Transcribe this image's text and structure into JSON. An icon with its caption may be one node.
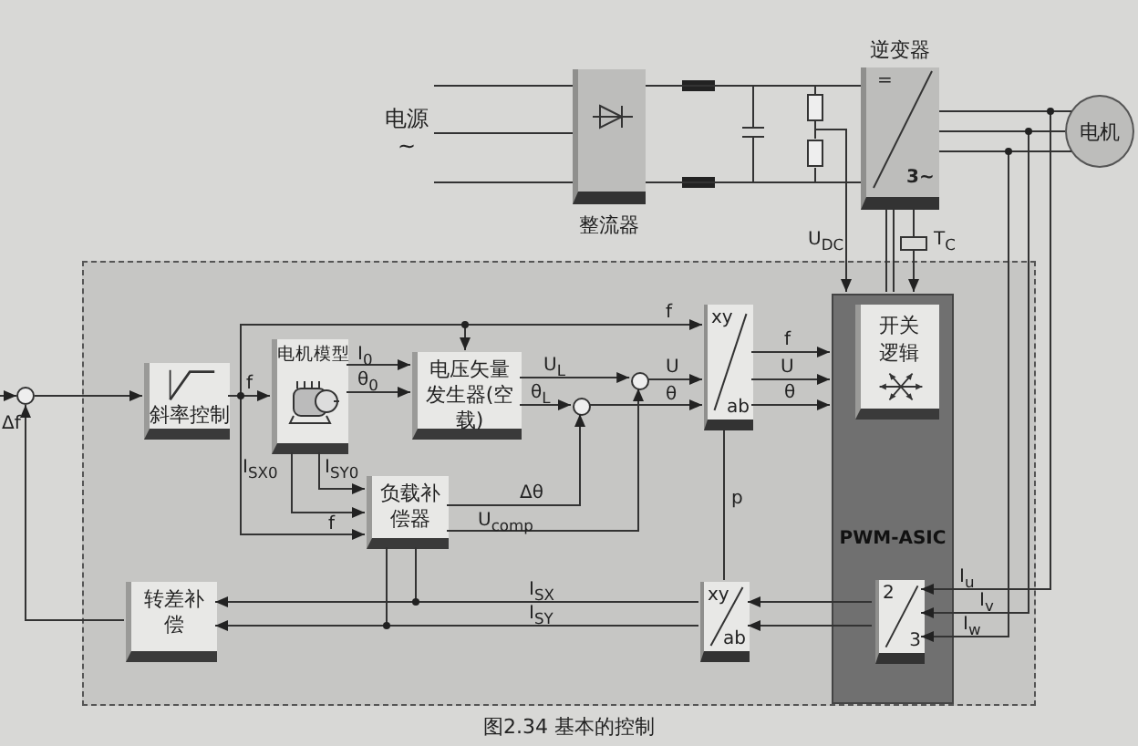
{
  "diagram": {
    "caption": "图2.34 基本的控制",
    "nodes": [
      {
        "text": [],
        "shape": "box"
      },
      {
        "text": [
          "电源 ~"
        ]
      },
      {
        "text": [
          "整流器"
        ]
      },
      {
        "text": [
          "逆变器",
          "=",
          "3~"
        ]
      },
      {
        "text": [
          "电机"
        ]
      },
      {
        "text": [],
        "shape": "circle"
      },
      {
        "text": [
          "斜率控制"
        ],
        "in": 0
      },
      {
        "text": [
          "电机模型"
        ],
        "in": 0
      },
      {
        "text": [
          "电压矢量发生器(空载)"
        ],
        "in": 0
      },
      {
        "text": [],
        "shape": "circle",
        "in": 0
      },
      {
        "text": [],
        "shape": "circle",
        "in": 0
      },
      {
        "text": [
          "负载补偿器"
        ],
        "in": 0
      },
      {
        "text": [
          "xy",
          "ab"
        ],
        "in": 0
      },
      {
        "text": [
          "PWM-ASIC"
        ],
        "in": 0
      },
      {
        "text": [
          "开关逻辑"
        ],
        "in": 13
      },
      {
        "text": [
          "转差补偿"
        ],
        "in": 0
      },
      {
        "text": [
          "xy",
          "ab"
        ],
        "in": 0
      },
      {
        "text": [
          "2",
          "3"
        ],
        "in": 13
      }
    ],
    "edges": [
      {
        "from": 1,
        "to": 2,
        "arrow": "none"
      },
      {
        "from": 1,
        "to": 2,
        "arrow": "none"
      },
      {
        "from": 1,
        "to": 2,
        "arrow": "none"
      },
      {
        "from": 2,
        "to": 3,
        "arrow": "none"
      },
      {
        "from": 2,
        "to": 3,
        "arrow": "none"
      },
      {
        "from": 3,
        "to": 4,
        "arrow": "none"
      },
      {
        "from": 3,
        "to": 4,
        "arrow": "none"
      },
      {
        "from": 3,
        "to": 4,
        "arrow": "none"
      },
      {
        "from": null,
        "to": 13,
        "arrow": "to",
        "label": "U$_{DC}$"
      },
      {
        "from": 3,
        "to": 13,
        "arrow": "to",
        "label": "T$_{C}$"
      },
      {
        "from": 13,
        "to": 3,
        "arrow": "none"
      },
      {
        "from": 13,
        "to": 3,
        "arrow": "none"
      },
      {
        "from": 4,
        "to": 17,
        "arrow": "to",
        "label": "I$_{u}$"
      },
      {
        "from": 4,
        "to": 17,
        "arrow": "to",
        "label": "I$_{v}$"
      },
      {
        "from": 4,
        "to": 17,
        "arrow": "to",
        "label": "I$_{w}$"
      },
      {
        "from": null,
        "to": 5,
        "arrow": "to"
      },
      {
        "from": 5,
        "to": 6,
        "arrow": "to"
      },
      {
        "from": 6,
        "to": 7,
        "arrow": "to",
        "label": "f"
      },
      {
        "from": 6,
        "to": 12,
        "arrow": "to",
        "label": "f"
      },
      {
        "from": 6,
        "to": 8,
        "arrow": "to"
      },
      {
        "from": 6,
        "to": 11,
        "arrow": "to",
        "label": "f"
      },
      {
        "from": 7,
        "to": 8,
        "arrow": "to",
        "label": "I$_{0}$"
      },
      {
        "from": 7,
        "to": 8,
        "arrow": "to",
        "label": "θ$_{0}$"
      },
      {
        "from": 7,
        "to": 11,
        "arrow": "to",
        "label": "I$_{SX0}$"
      },
      {
        "from": 7,
        "to": 11,
        "arrow": "to",
        "label": "I$_{SY0}$"
      },
      {
        "from": 8,
        "to": 9,
        "arrow": "to",
        "label": "U$_{L}$"
      },
      {
        "from": 8,
        "to": 10,
        "arrow": "to",
        "label": "θ$_{L}$"
      },
      {
        "from": 9,
        "to": 12,
        "arrow": "to",
        "label": "U"
      },
      {
        "from": 10,
        "to": 12,
        "arrow": "to",
        "label": "θ"
      },
      {
        "from": 11,
        "to": 10,
        "arrow": "to",
        "label": "Δθ"
      },
      {
        "from": 11,
        "to": 9,
        "arrow": "to",
        "label": "U$_{comp}$"
      },
      {
        "from": 12,
        "to": 13,
        "arrow": "to",
        "label": "f"
      },
      {
        "from": 12,
        "to": 13,
        "arrow": "to",
        "label": "U"
      },
      {
        "from": 12,
        "to": 13,
        "arrow": "to",
        "label": "θ"
      },
      {
        "from": 12,
        "to": 16,
        "arrow": "none",
        "label": "p"
      },
      {
        "from": 17,
        "to": 16,
        "arrow": "to"
      },
      {
        "from": 17,
        "to": 16,
        "arrow": "to"
      },
      {
        "from": 16,
        "to": 15,
        "arrow": "to",
        "label": "I$_{SX}$"
      },
      {
        "from": 16,
        "to": 15,
        "arrow": "to",
        "label": "I$_{SY}$"
      },
      {
        "from": 16,
        "to": 11,
        "arrow": "none"
      },
      {
        "from": 16,
        "to": 11,
        "arrow": "none"
      },
      {
        "from": 15,
        "to": 5,
        "arrow": "to",
        "label": "Δf"
      }
    ]
  }
}
